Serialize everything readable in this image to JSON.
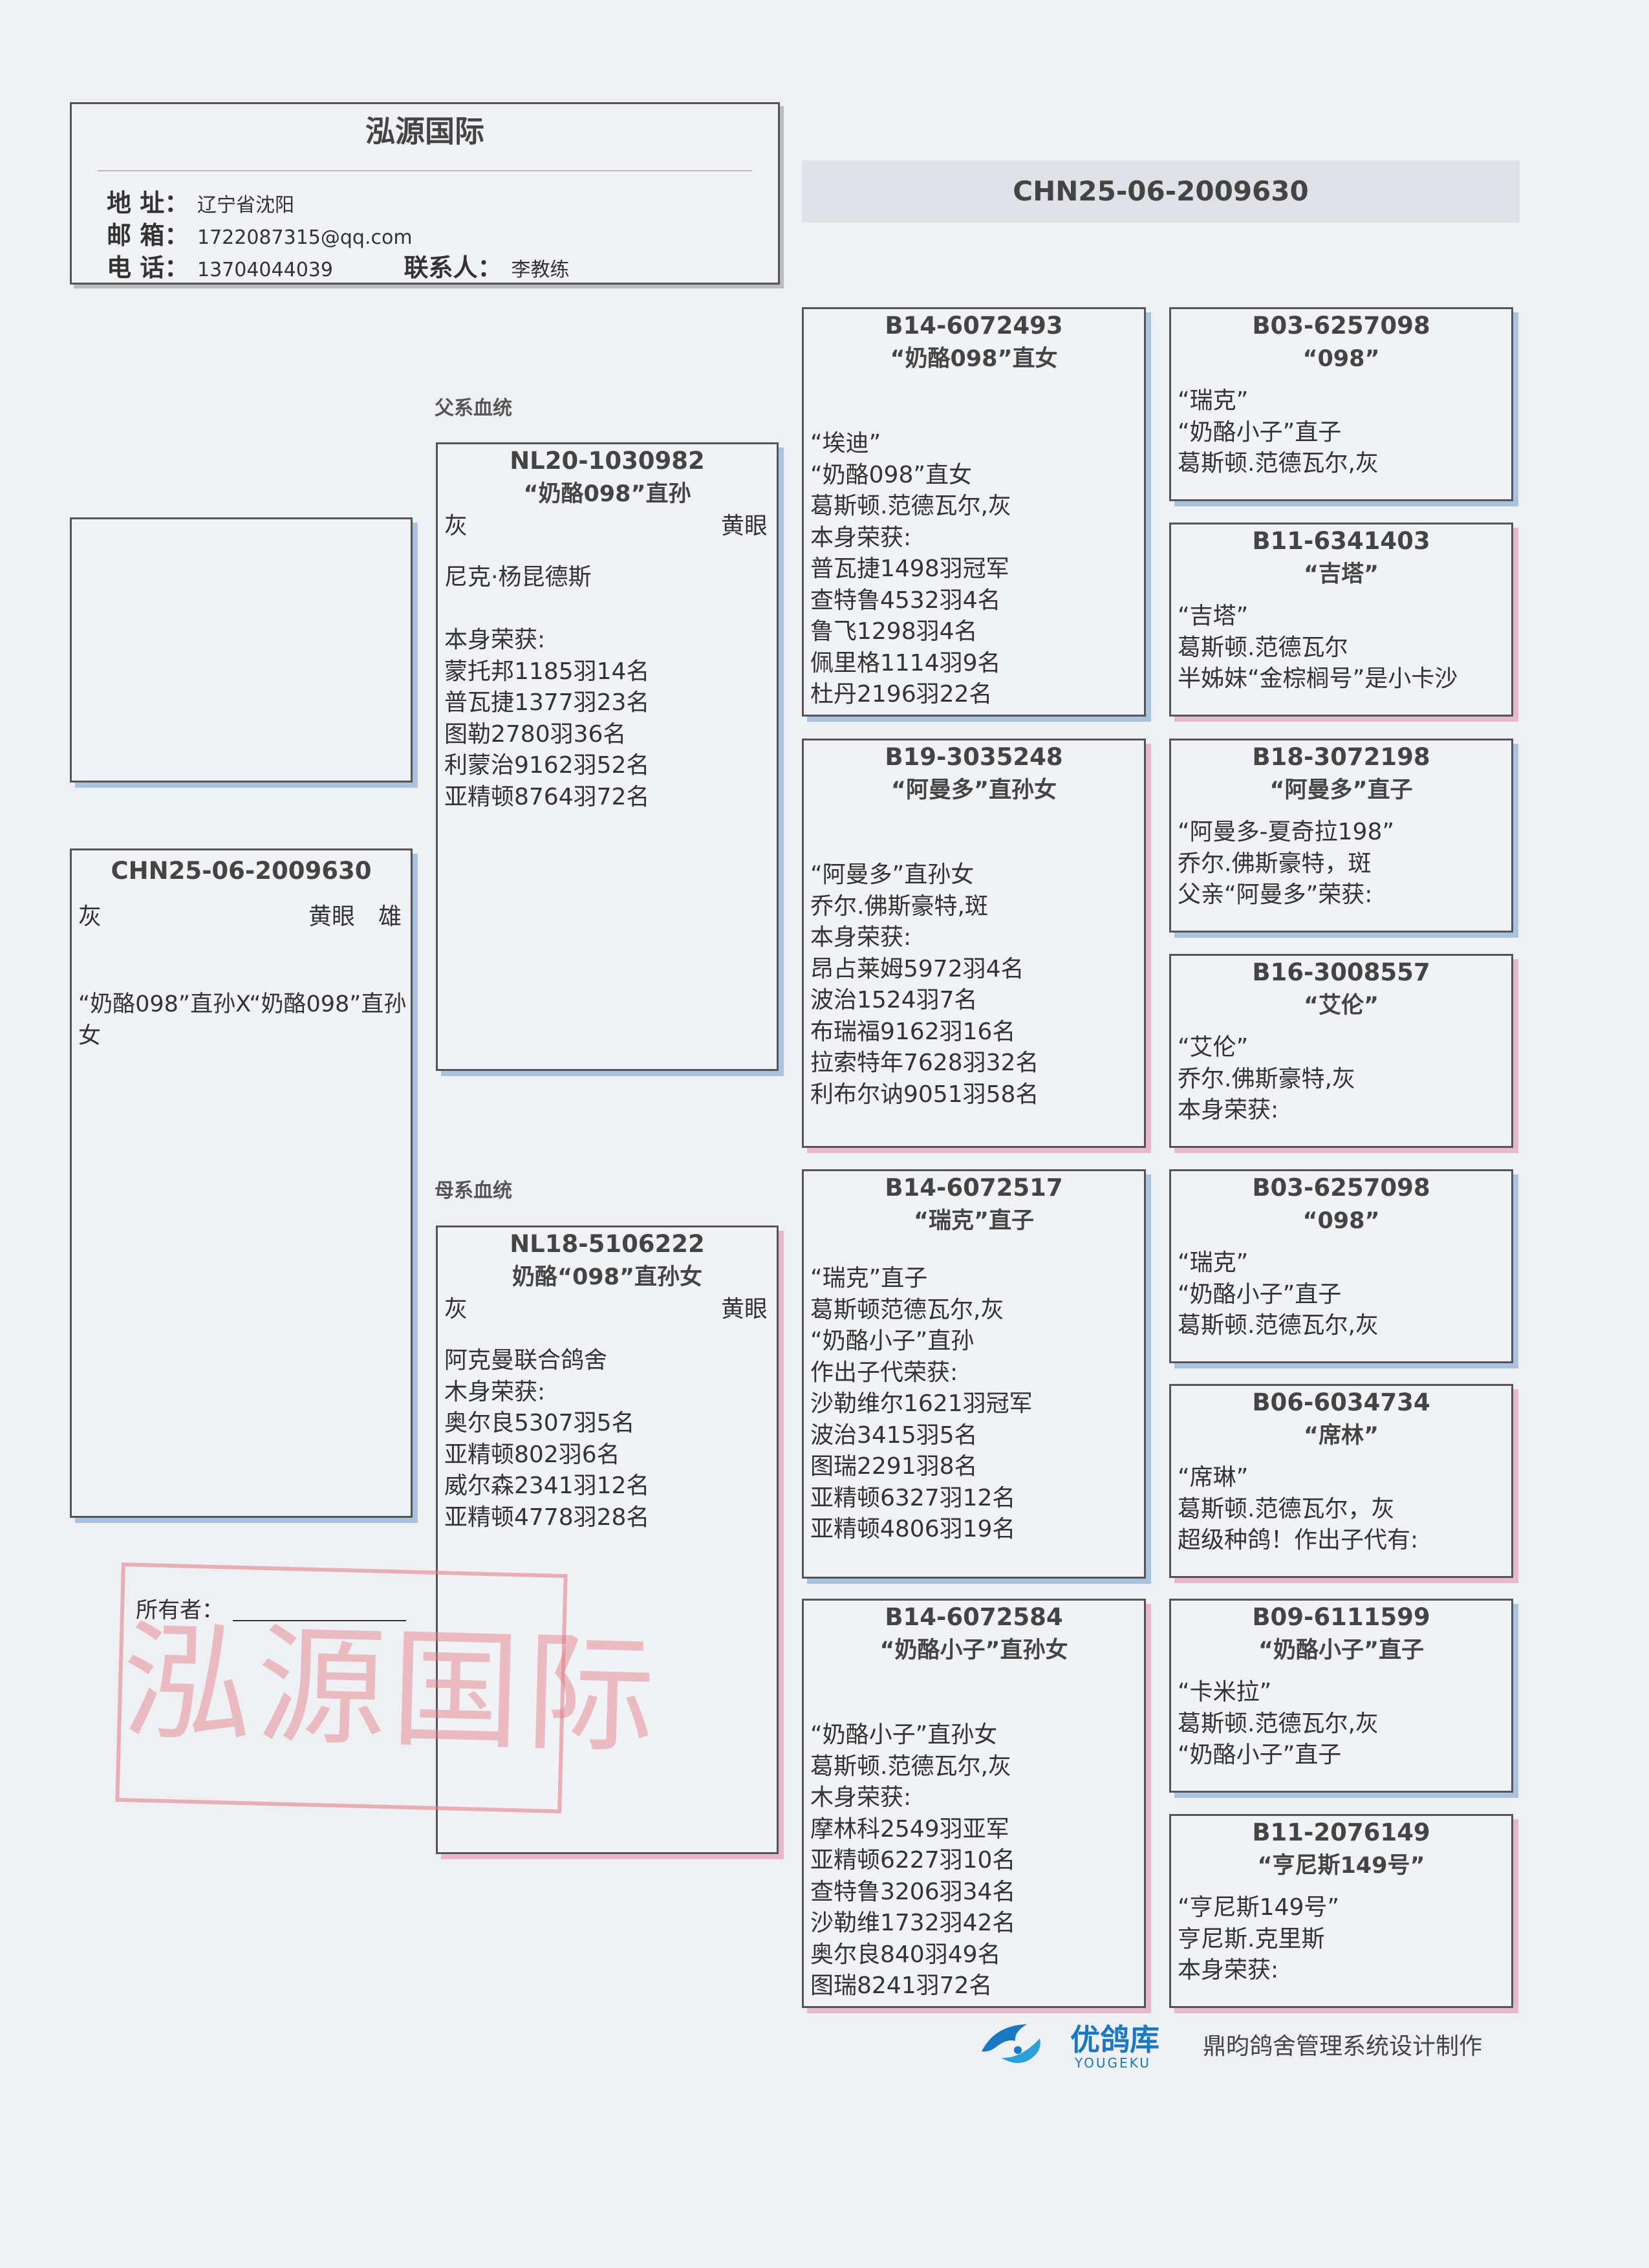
{
  "header": {
    "title": "泓源国际",
    "address_label": "地 址：",
    "address": "辽宁省沈阳",
    "email_label": "邮 箱：",
    "email": "1722087315@qq.com",
    "phone_label": "电 话：",
    "phone": "13704044039",
    "contact_label": "联系人：",
    "contact": "李教练"
  },
  "banner": {
    "ring": "CHN25-06-2009630"
  },
  "subject": {
    "ring": "CHN25-06-2009630",
    "color": "灰",
    "eye": "黄眼",
    "sex": "雄",
    "lineage_line1": "“奶酪098”直孙X“奶酪098”直孙",
    "lineage_line2": "女"
  },
  "sections": {
    "sire_label": "父系血统",
    "dam_label": "母系血统"
  },
  "sire": {
    "ring": "NL20-1030982",
    "name": "“奶酪098”直孙",
    "color": "灰",
    "eye": "黄眼",
    "lines": [
      "尼克·杨昆德斯",
      "",
      "本身荣获:",
      "蒙托邦1185羽14名",
      "普瓦捷1377羽23名",
      "图勒2780羽36名",
      "利蒙治9162羽52名",
      "亚精顿8764羽72名"
    ]
  },
  "dam": {
    "ring": "NL18-5106222",
    "name": "奶酪“098”直孙女",
    "color": "灰",
    "eye": "黄眼",
    "lines": [
      "阿克曼联合鸽舍",
      "木身荣获:",
      "奥尔良5307羽5名",
      "亚精顿802羽6名",
      "威尔森2341羽12名",
      "亚精顿4778羽28名"
    ]
  },
  "grandparents": [
    {
      "ring": "B14-6072493",
      "name": "“奶酪098”直女",
      "lines": [
        "“埃迪”",
        "“奶酪098”直女",
        "葛斯顿.范德瓦尔,灰",
        "本身荣获:",
        "普瓦捷1498羽冠军",
        "查特鲁4532羽4名",
        "鲁飞1298羽4名",
        "佩里格1114羽9名",
        "杜丹2196羽22名"
      ]
    },
    {
      "ring": "B19-3035248",
      "name": "“阿曼多”直孙女",
      "lines": [
        "“阿曼多”直孙女",
        "乔尔.佛斯豪特,斑",
        "本身荣获:",
        "昂占莱姆5972羽4名",
        "波治1524羽7名",
        "布瑞福9162羽16名",
        "拉索特年7628羽32名",
        "利布尔讷9051羽58名"
      ]
    },
    {
      "ring": "B14-6072517",
      "name": "“瑞克”直子",
      "lines": [
        "“瑞克”直子",
        "葛斯顿范德瓦尔,灰",
        "“奶酪小子”直孙",
        "作出子代荣获:",
        "沙勒维尔1621羽冠军",
        "波治3415羽5名",
        "图瑞2291羽8名",
        "亚精顿6327羽12名",
        "亚精顿4806羽19名"
      ]
    },
    {
      "ring": "B14-6072584",
      "name": "“奶酪小子”直孙女",
      "lines": [
        "“奶酪小子”直孙女",
        "葛斯顿.范德瓦尔,灰",
        "木身荣获:",
        "摩林科2549羽亚军",
        "亚精顿6227羽10名",
        "查特鲁3206羽34名",
        "沙勒维1732羽42名",
        "奥尔良840羽49名",
        "图瑞8241羽72名"
      ]
    }
  ],
  "great_grandparents": [
    {
      "ring": "B03-6257098",
      "name": "“098”",
      "lines": [
        "“瑞克”",
        "“奶酪小子”直子",
        "葛斯顿.范德瓦尔,灰"
      ]
    },
    {
      "ring": "B11-6341403",
      "name": "“吉塔”",
      "lines": [
        "“吉塔”",
        "葛斯顿.范德瓦尔",
        "半姊妹“金棕榈号”是小卡沙"
      ]
    },
    {
      "ring": "B18-3072198",
      "name": "“阿曼多”直子",
      "lines": [
        "“阿曼多-夏奇拉198”",
        "乔尔.佛斯豪特，斑",
        "父亲“阿曼多”荣获:"
      ]
    },
    {
      "ring": "B16-3008557",
      "name": "“艾伦”",
      "lines": [
        "“艾伦”",
        "乔尔.佛斯豪特,灰",
        "本身荣获:"
      ]
    },
    {
      "ring": "B03-6257098",
      "name": "“098”",
      "lines": [
        "“瑞克”",
        "“奶酪小子”直子",
        "葛斯顿.范德瓦尔,灰"
      ]
    },
    {
      "ring": "B06-6034734",
      "name": "“席林”",
      "lines": [
        "“席琳”",
        "葛斯顿.范德瓦尔，灰",
        "超级种鸽！作出子代有:"
      ]
    },
    {
      "ring": "B09-6111599",
      "name": "“奶酪小子”直子",
      "lines": [
        "“卡米拉”",
        "葛斯顿.范德瓦尔,灰",
        "“奶酪小子”直子"
      ]
    },
    {
      "ring": "B11-2076149",
      "name": "“亨尼斯149号”",
      "lines": [
        "“亨尼斯149号”",
        "亨尼斯.克里斯",
        "本身荣获:"
      ]
    }
  ],
  "owner_label": "所有者：",
  "stamp_text": "泓源国际",
  "footer": {
    "brand": "优鸽库",
    "brand_sub": "YOUGEKU",
    "text": "鼎昀鸽舍管理系统设计制作"
  },
  "colors": {
    "shadow_blue": "#a9c3df",
    "shadow_pink": "#e8b9c8",
    "stamp_red": "#e47882",
    "brand_blue": "#1a78c2"
  }
}
